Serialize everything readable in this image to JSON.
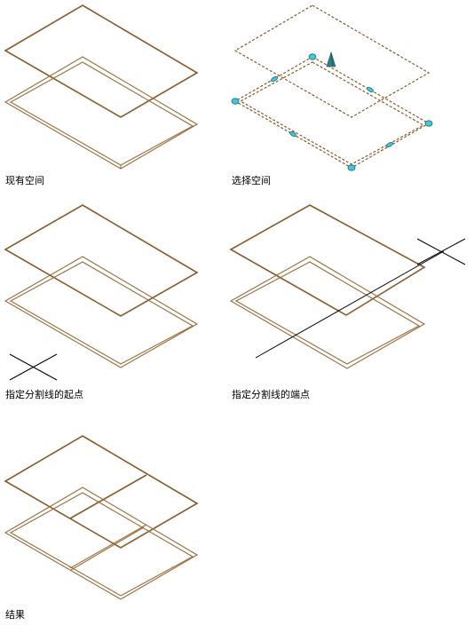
{
  "captions": {
    "existing_space": "现有空间",
    "select_space": "选择空间",
    "split_start": "指定分割线的起点",
    "split_end": "指定分割线的端点",
    "result": "结果"
  },
  "colors": {
    "outline": "#8B5A2B",
    "slab": "#9B6B3A",
    "grip": "#3CC8D8",
    "grip_stroke": "#1E6E78",
    "arrow": "#2E7F86"
  }
}
